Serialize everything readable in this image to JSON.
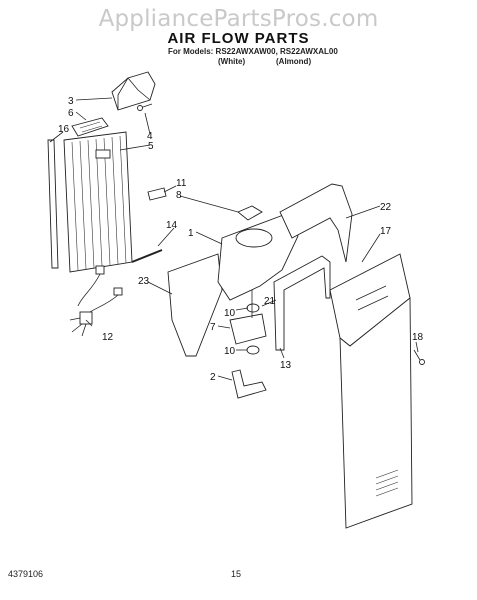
{
  "watermark": "AppliancePartsPros.com",
  "title": "AIR FLOW PARTS",
  "models_line": "For Models: RS22AWXAW00, RS22AWXAL00",
  "variants": [
    "(White)",
    "(Almond)"
  ],
  "callouts": {
    "c1": "1",
    "c2": "2",
    "c3": "3",
    "c4": "4",
    "c5": "5",
    "c6": "6",
    "c7": "7",
    "c8": "8",
    "c10a": "10",
    "c10b": "10",
    "c11": "11",
    "c12": "12",
    "c13": "13",
    "c14": "14",
    "c16": "16",
    "c17": "17",
    "c18": "18",
    "c21": "21",
    "c22": "22",
    "c23": "23"
  },
  "footer": {
    "doc_number": "4379106",
    "page_number": "15"
  }
}
